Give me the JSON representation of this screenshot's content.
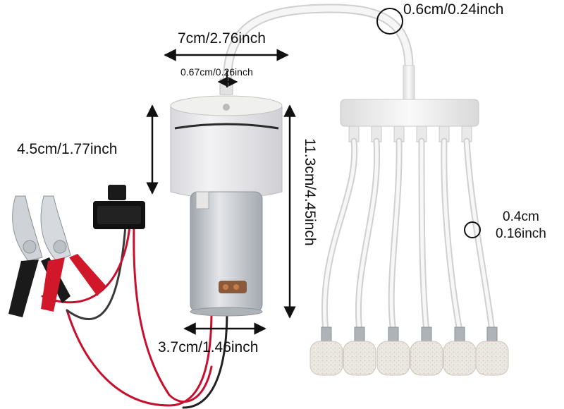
{
  "dimensions": {
    "top_width": "7cm/2.76inch",
    "outlet_diameter": "0.67cm/0.26inch",
    "top_height": "4.5cm/1.77inch",
    "total_height": "11.3cm/4.45inch",
    "bottom_width": "3.7cm/1.46inch",
    "tube_large": "0.6cm/0.24inch",
    "tube_small_cm": "0.4cm",
    "tube_small_inch": "0.16inch"
  },
  "colors": {
    "pump_body": "#e6e6ea",
    "motor": "#c9ccd1",
    "tube": "#eeeeee",
    "clip_red": "#d0182a",
    "clip_black": "#1a1a1a",
    "wire_red": "#c8102e",
    "wire_black": "#3a3a3a",
    "stone": "#e8e4de"
  },
  "stones_count": 6
}
